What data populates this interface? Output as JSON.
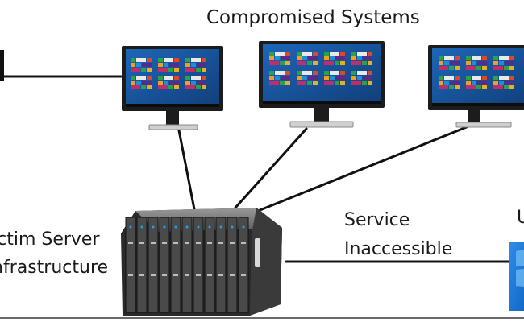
{
  "diagram": {
    "title": "Compromised Systems",
    "server_label": {
      "line1": "ictim Server",
      "line2": "nfrastructure"
    },
    "service_label": {
      "line1": "Service",
      "line2": "Inaccessible"
    },
    "edge_label": "U",
    "nodes": [
      {
        "id": "monitor-left",
        "kind": "monitor"
      },
      {
        "id": "monitor-center",
        "kind": "monitor"
      },
      {
        "id": "monitor-right",
        "kind": "monitor"
      },
      {
        "id": "server",
        "kind": "blade-server"
      },
      {
        "id": "user-screen",
        "kind": "screen-partial"
      }
    ],
    "connections": [
      {
        "from": "offscreen-left",
        "to": "monitor-left"
      },
      {
        "from": "monitor-left",
        "to": "server"
      },
      {
        "from": "monitor-center",
        "to": "server"
      },
      {
        "from": "monitor-right",
        "to": "server"
      },
      {
        "from": "server",
        "to": "user-screen"
      }
    ],
    "colors": {
      "line": "#111111",
      "monitor_frame": "#1c1c1c",
      "screen_bg": "#1f5fa8",
      "server_body": "#2a2a2a",
      "user_screen": "#1a74d4"
    }
  }
}
